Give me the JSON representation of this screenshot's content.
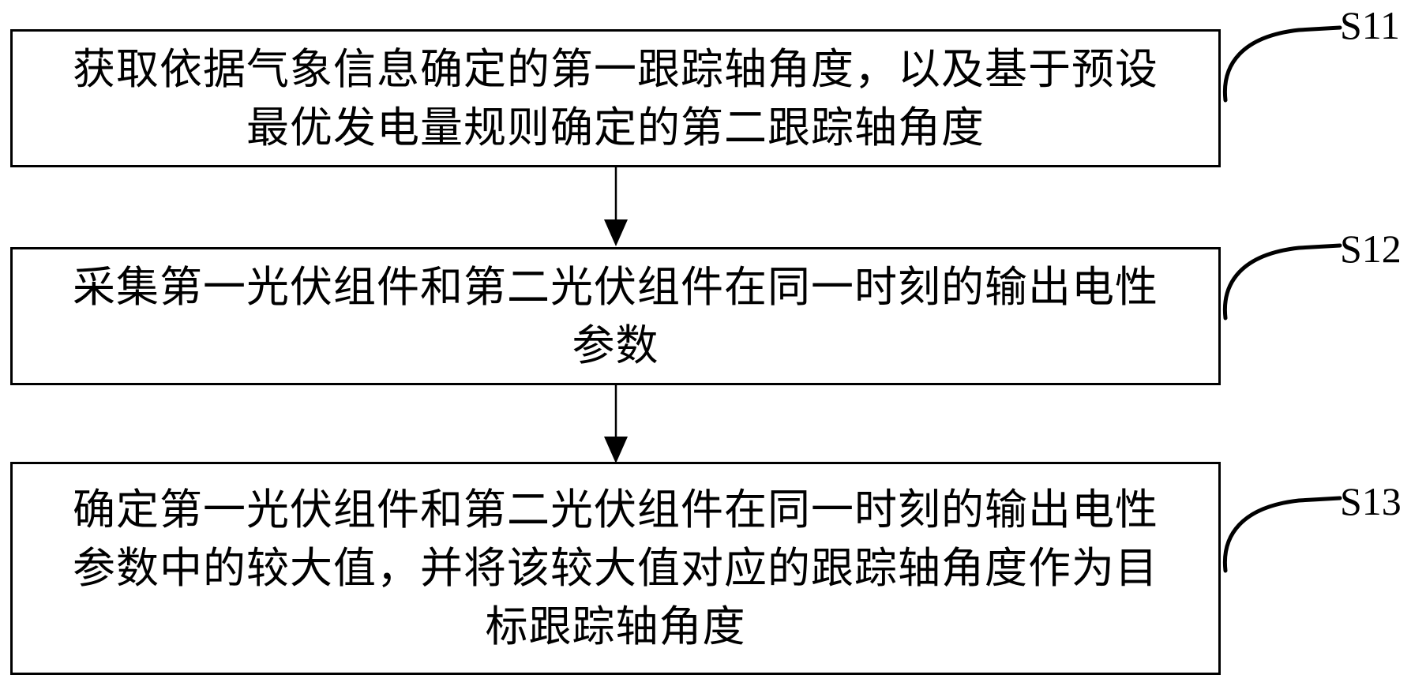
{
  "figure": {
    "type": "flowchart",
    "background_color": "#ffffff",
    "line_color": "#000000",
    "steps": [
      {
        "label": "S11",
        "text": "获取依据气象信息确定的第一跟踪轴角度，以及基于预设\n最优发电量规则确定的第二跟踪轴角度"
      },
      {
        "label": "S12",
        "text": "采集第一光伏组件和第二光伏组件在同一时刻的输出电性\n参数"
      },
      {
        "label": "S13",
        "text": "确定第一光伏组件和第二光伏组件在同一时刻的输出电性\n参数中的较大值，并将该较大值对应的跟踪轴角度作为目\n标跟踪轴角度"
      }
    ]
  }
}
